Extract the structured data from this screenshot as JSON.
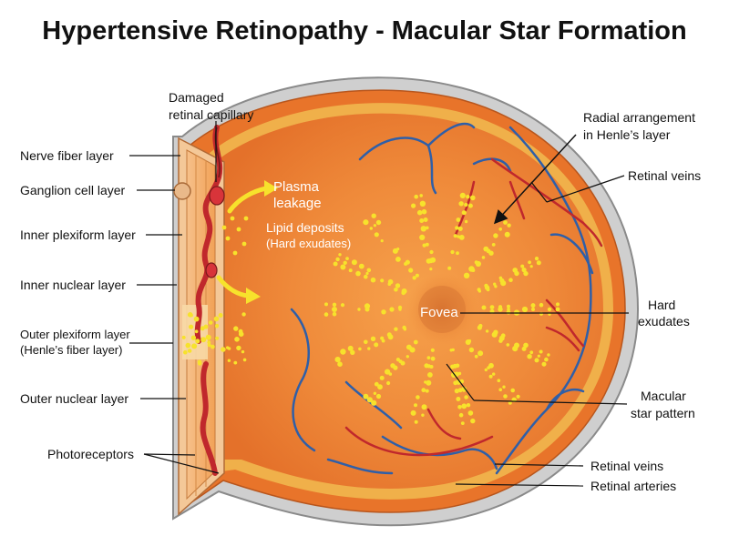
{
  "title": "Hypertensive Retinopathy - Macular Star Formation",
  "colors": {
    "sclera": "#c9c9c9",
    "choroid_ring": "#e8742a",
    "retina_fill": "#ef8a3a",
    "retina_center": "#f39a45",
    "veins": "#2f5fa8",
    "arteries": "#c0282c",
    "exudates": "#f7e22c",
    "fovea": "#d97730"
  },
  "labels": {
    "nerve_fiber_layer": "Nerve fiber layer",
    "ganglion_cell_layer": "Ganglion cell layer",
    "inner_plexiform_layer": "Inner plexiform layer",
    "inner_nuclear_layer": "Inner nuclear layer",
    "outer_plexiform_line1": "Outer plexiform layer",
    "outer_plexiform_line2": "(Henle’s fiber layer)",
    "outer_nuclear_layer": "Outer nuclear layer",
    "photoreceptors": "Photoreceptors",
    "damaged_capillary_line1": "Damaged",
    "damaged_capillary_line2": "retinal capillary",
    "plasma_leakage_line1": "Plasma",
    "plasma_leakage_line2": "leakage",
    "lipid_deposits_line1": "Lipid deposits",
    "lipid_deposits_line2": "(Hard exudates)",
    "fovea": "Fovea",
    "radial_line1": "Radial arrangement",
    "radial_line2": "in Henle’s layer",
    "retinal_veins_top": "Retinal veins",
    "hard_exudates_line1": "Hard",
    "hard_exudates_line2": "exudates",
    "macular_star_line1": "Macular",
    "macular_star_line2": "star pattern",
    "retinal_veins_bottom": "Retinal veins",
    "retinal_arteries": "Retinal arteries"
  }
}
